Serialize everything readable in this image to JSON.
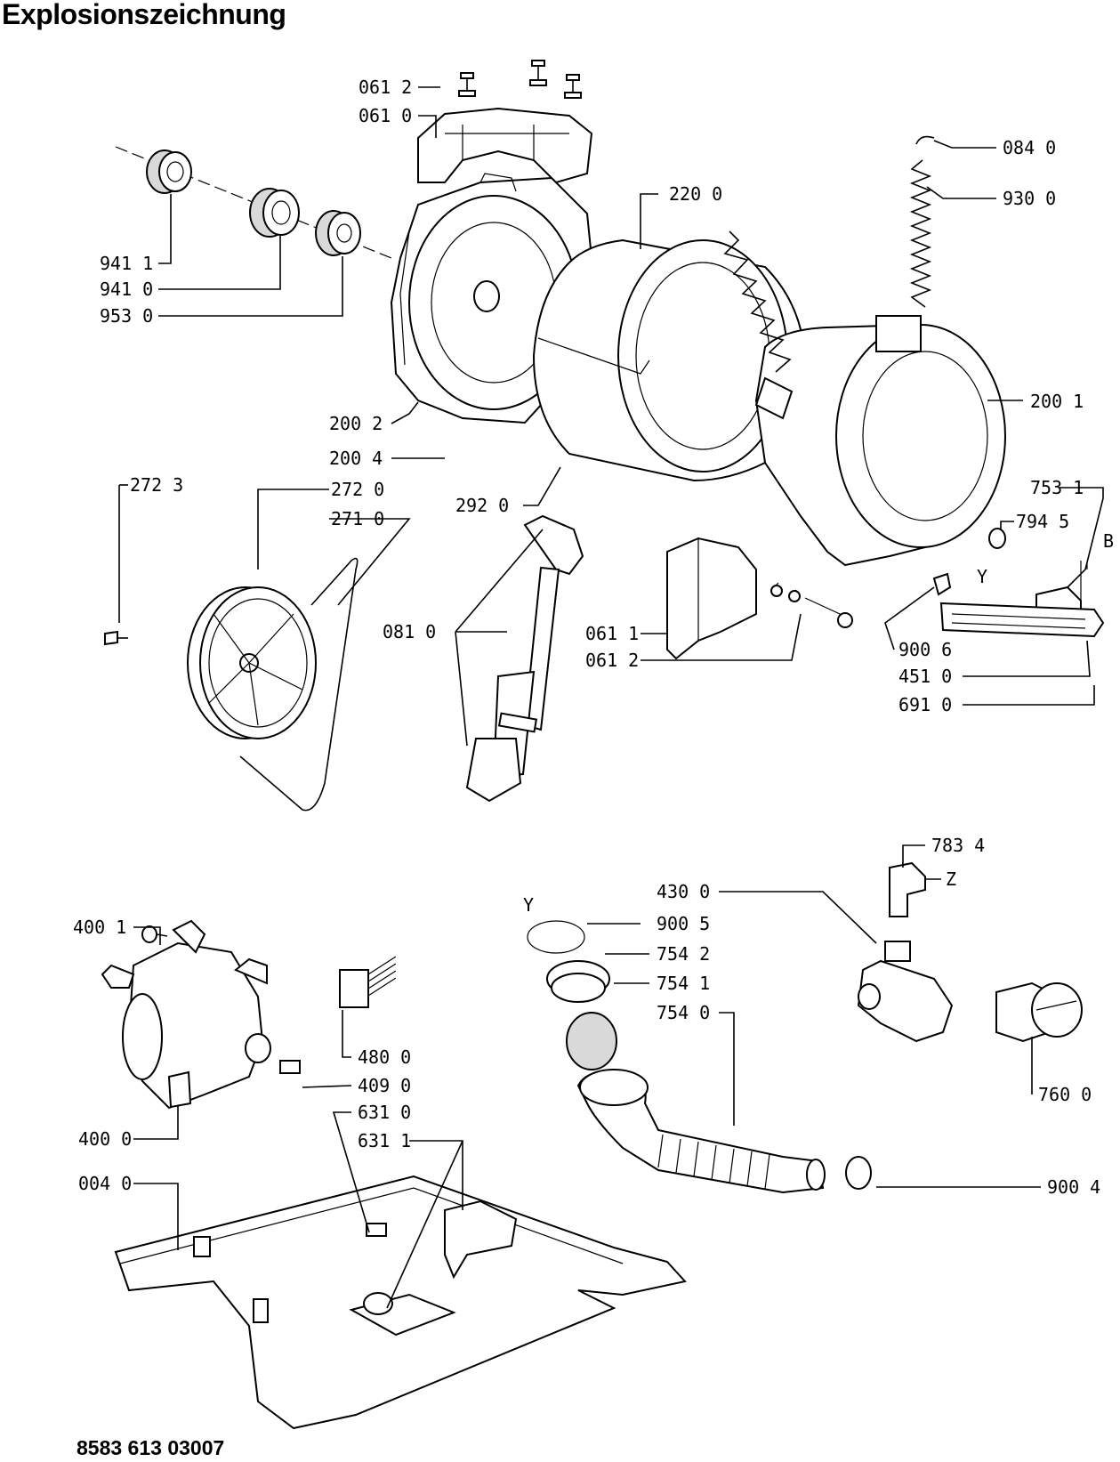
{
  "title": "Explosionszeichnung",
  "doc_number": "8583 613 03007",
  "labels": {
    "l0612a": "061 2",
    "l0610": "061 0",
    "l0840": "084 0",
    "l2200": "220 0",
    "l9300": "930 0",
    "l9411": "941 1",
    "l9410": "941 0",
    "l9530": "953 0",
    "l2001": "200 1",
    "l2002": "200 2",
    "l2004": "200 4",
    "l2723": "272 3",
    "l2720": "272 0",
    "l2710": "271 0",
    "l2920": "292 0",
    "l7531": "753 1",
    "l7945": "794 5",
    "lB": "B",
    "lY1": "Y",
    "l0810": "081 0",
    "l0611": "061 1",
    "l0612b": "061 2",
    "l9006": "900 6",
    "l4510": "451 0",
    "l6910": "691 0",
    "l7834": "783 4",
    "lZ": "Z",
    "l4300": "430 0",
    "lY2": "Y",
    "l9005": "900 5",
    "l7542": "754 2",
    "l7541": "754 1",
    "l7540": "754 0",
    "l4001": "400 1",
    "l4800": "480 0",
    "l4090": "409 0",
    "l6310": "631 0",
    "l6311": "631 1",
    "l4000": "400 0",
    "l0040": "004 0",
    "l7600": "760 0",
    "l9004": "900 4"
  }
}
